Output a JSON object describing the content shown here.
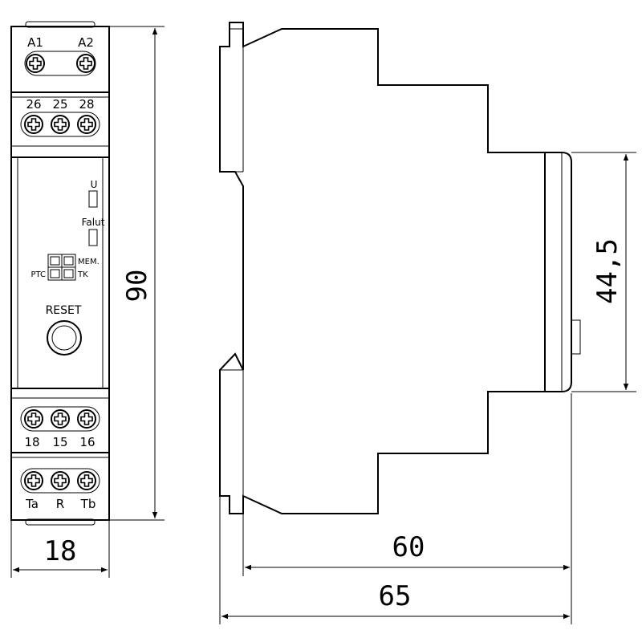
{
  "front_view": {
    "top_terminals_upper": [
      "A1",
      "A2"
    ],
    "top_terminals_lower": [
      "26",
      "25",
      "28"
    ],
    "indicators": {
      "power": "U",
      "fault": "Falut"
    },
    "dip_switch": {
      "left_label": "PTC",
      "right_top": "MEM.",
      "right_bottom": "TK"
    },
    "reset_label": "RESET",
    "bottom_terminals_upper": [
      "18",
      "15",
      "16"
    ],
    "bottom_terminals_lower": [
      "Ta",
      "R",
      "Tb"
    ]
  },
  "dimensions": {
    "height": "90",
    "width": "18",
    "depth_body": "60",
    "depth_total": "65",
    "front_height": "44,5"
  },
  "icons": {
    "screw": "screw-terminal-icon",
    "led": "led-indicator-icon",
    "button": "reset-button-icon"
  }
}
